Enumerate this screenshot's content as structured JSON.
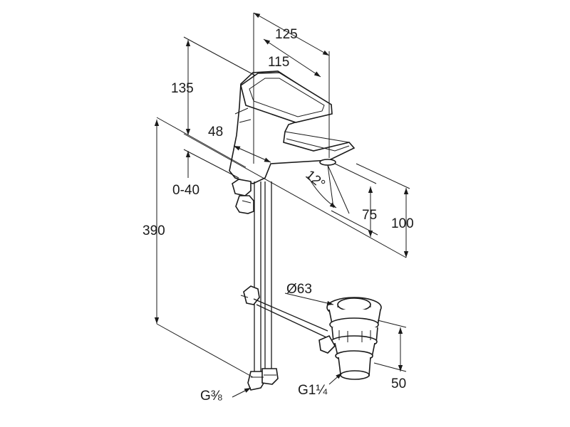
{
  "drawing": {
    "dimensions": {
      "width_125": "125",
      "width_115": "115",
      "height_135": "135",
      "depth_48": "48",
      "adjust_0_40": "0-40",
      "total_390": "390",
      "angle_12": "12°",
      "height_75": "75",
      "height_100": "100",
      "diameter_63": "Ø63",
      "waste_height_50": "50"
    },
    "thread_labels": {
      "supply_thread": "G⅜",
      "waste_thread": "G1¼"
    },
    "colors": {
      "line": "#1a1a1a",
      "background": "#ffffff"
    }
  }
}
